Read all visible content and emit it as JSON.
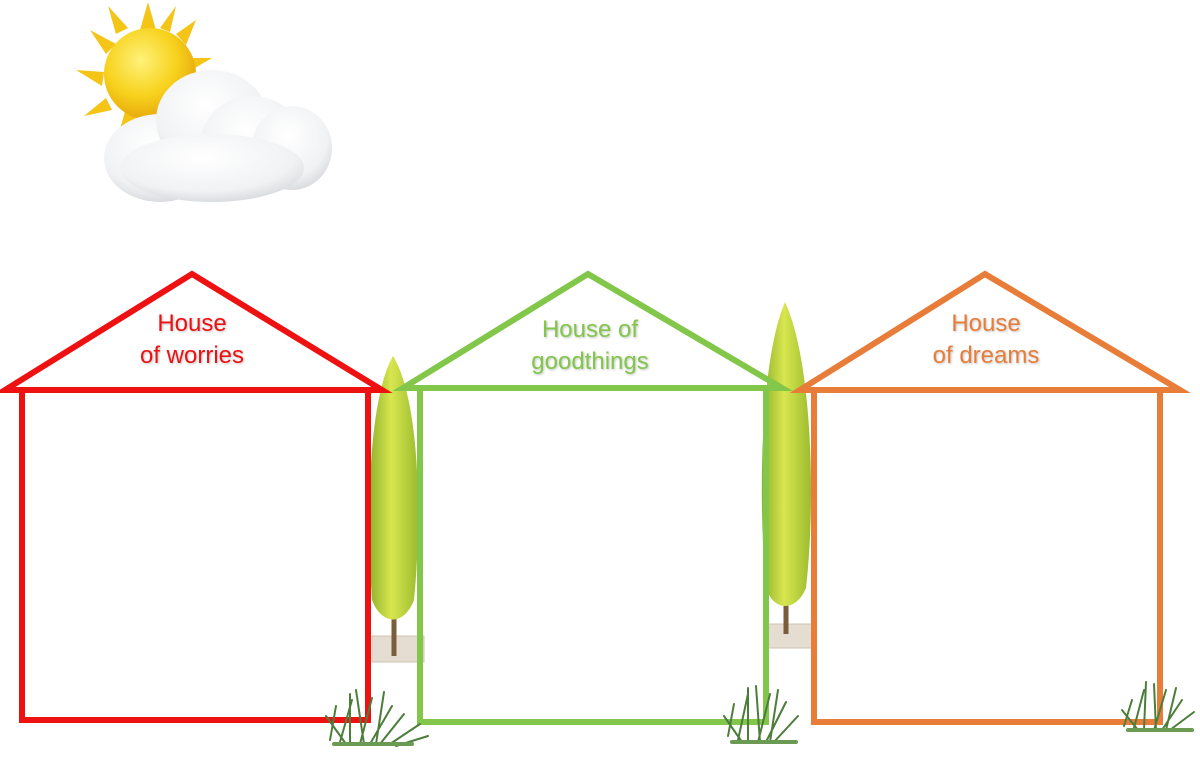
{
  "colors": {
    "worries": "#ee1111",
    "goodthings": "#82c64a",
    "dreams": "#e87d3a",
    "sun": "#f7d21c",
    "cloud": "#eef0f2",
    "tree": "#b9d23c",
    "grass": "#4c7d3a"
  },
  "houses": [
    {
      "id": "worries",
      "line1": "House",
      "line2": "of worries",
      "color": "#ee1111"
    },
    {
      "id": "goodthings",
      "line1": "House of",
      "line2": "goodthings",
      "color": "#82c64a"
    },
    {
      "id": "dreams",
      "line1": "House",
      "line2": "of dreams",
      "color": "#e87d3a"
    }
  ],
  "icons": {
    "weather": "sun-behind-cloud-icon",
    "tree": "cypress-tree-icon",
    "grass": "grass-tuft-icon"
  }
}
